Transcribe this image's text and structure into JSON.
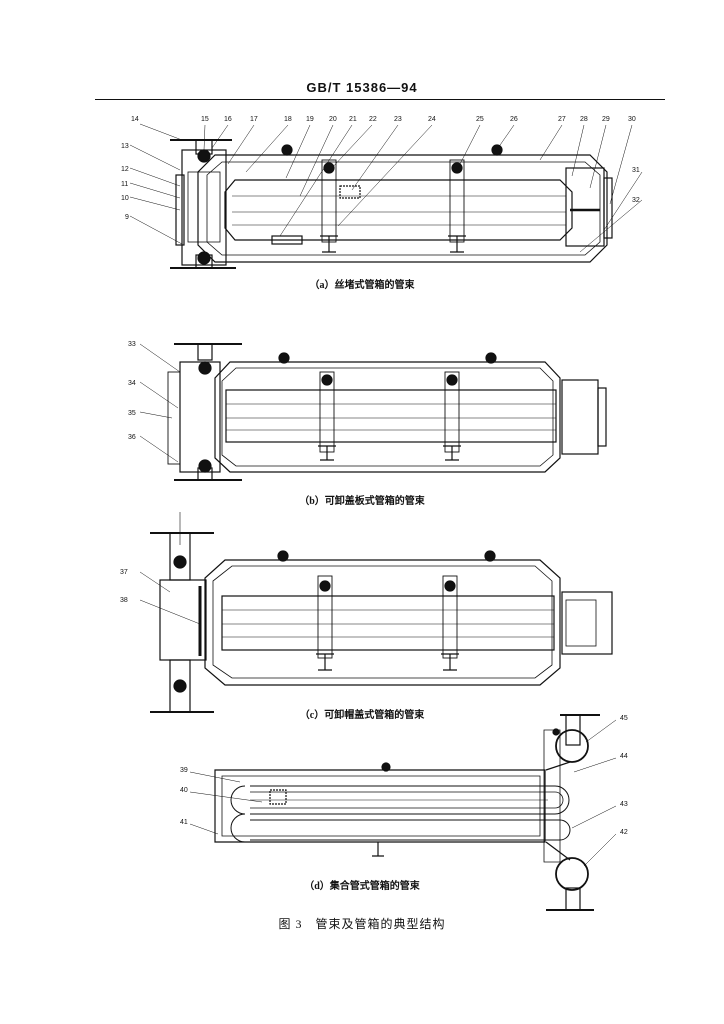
{
  "header": {
    "standard": "GB/T 15386—94"
  },
  "figure": {
    "caption": "图 3　管束及管箱的典型结构",
    "panels": [
      {
        "caption": "（a）丝堵式管箱的管束"
      },
      {
        "caption": "（b）可卸盖板式管箱的管束"
      },
      {
        "caption": "（c）可卸帽盖式管箱的管束"
      },
      {
        "caption": "（d）集合管式管箱的管束"
      }
    ]
  },
  "callouts": {
    "a": [
      "14",
      "15",
      "16",
      "17",
      "18",
      "19",
      "20",
      "21",
      "22",
      "23",
      "24",
      "25",
      "26",
      "27",
      "28",
      "29",
      "30",
      "13",
      "12",
      "11",
      "10",
      "9",
      "31",
      "32"
    ],
    "b": [
      "33",
      "34",
      "35",
      "36"
    ],
    "c": [
      "37",
      "38"
    ],
    "d": [
      "39",
      "40",
      "41",
      "45",
      "44",
      "43",
      "42"
    ]
  }
}
